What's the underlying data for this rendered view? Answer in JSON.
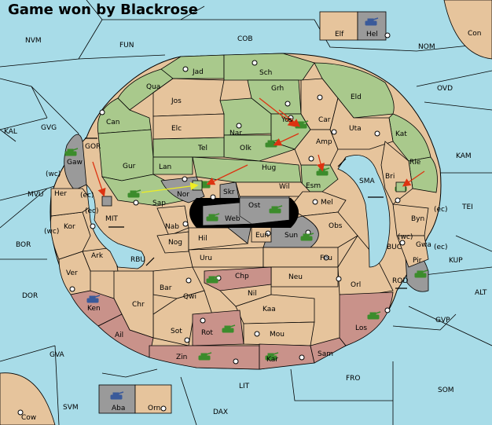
{
  "title": "Game won by Blackrose",
  "colors": {
    "sea": "#a8dce8",
    "neutral": "#e6c49c",
    "green": "#a9c98c",
    "pink": "#c9928a",
    "gray": "#9a9a9a",
    "black": "#000000",
    "arrow": "#dd3311",
    "support": "#eeee22"
  },
  "labels": {
    "NVM": "NVM",
    "FUN": "FUN",
    "COB": "COB",
    "NOM": "NOM",
    "Con": "Con",
    "OVD": "OVD",
    "KAL": "KAL",
    "GVG": "GVG",
    "KAM": "KAM",
    "MVU": "MVU",
    "TEI": "TEI",
    "BOR": "BOR",
    "KUP": "KUP",
    "ALT": "ALT",
    "DOR": "DOR",
    "GVP": "GVP",
    "GVA": "GVA",
    "FRO": "FRO",
    "SOM": "SOM",
    "SVM": "SVM",
    "LIT": "LIT",
    "DAX": "DAX",
    "Cow": "Cow",
    "Elf": "Elf",
    "Hel": "Hel",
    "Aba": "Aba",
    "Orn": "Orn",
    "Jad": "Jad",
    "Sch": "Sch",
    "Qua": "Qua",
    "Jos": "Jos",
    "Grh": "Grh",
    "Eld": "Eld",
    "Can": "Can",
    "Car": "Car",
    "Elc": "Elc",
    "Nar": "Nar",
    "Yos": "Yos",
    "Uta": "Uta",
    "Kat": "Kat",
    "Tel": "Tel",
    "Olk": "Olk",
    "Amp": "Amp",
    "Gaw": "Gaw",
    "GOR": "GOR",
    "Gur": "Gur",
    "Lan": "Lan",
    "Hug": "Hug",
    "Esm": "Esm",
    "Bri": "Bri",
    "Rie": "Rie",
    "SMA": "SMA",
    "Her": "Her",
    "Nor": "Nor",
    "Wil": "Wil",
    "Sap": "Sap",
    "Skr": "Skr",
    "Ost": "Ost",
    "Mel": "Mel",
    "Byn": "Byn",
    "Web": "Web",
    "MIT": "MIT",
    "Kor": "Kor",
    "Nab": "Nab",
    "Eun": "Eun",
    "Obs": "Obs",
    "Gwa": "Gwa",
    "Hil": "Hil",
    "Sun": "Sun",
    "Nog": "Nog",
    "BUC": "BUC",
    "Ark": "Ark",
    "RBU": "RBU",
    "Uru": "Uru",
    "Feu": "Feu",
    "Pir": "Pir",
    "Ver": "Ver",
    "Chp": "Chp",
    "Neu": "Neu",
    "Bar": "Bar",
    "Orl": "Orl",
    "ROD": "ROD",
    "Qwi": "Qwi",
    "Nil": "Nil",
    "Ken": "Ken",
    "Chr": "Chr",
    "Kaa": "Kaa",
    "Los": "Los",
    "Sot": "Sot",
    "Rot": "Rot",
    "Ail": "Ail",
    "Mou": "Mou",
    "Zin": "Zin",
    "Kar": "Kar",
    "Sam": "Sam",
    "wc1": "(wc)",
    "ec1": "(ec)",
    "ec2": "(ec)",
    "wc2": "(wc)",
    "ec3": "(ec)",
    "wc3": "(wc)",
    "ec4": "(ec)"
  }
}
